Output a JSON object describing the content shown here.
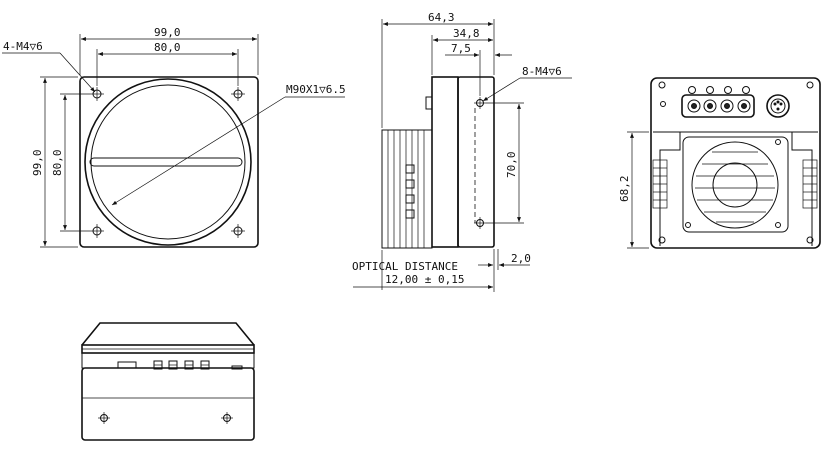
{
  "front_view": {
    "holes_note": "4-M4",
    "holes_depth": "6",
    "width_outer": "99,0",
    "width_holes": "80,0",
    "height_outer": "99,0",
    "height_holes": "80,0",
    "mount_thread": "M90X1",
    "mount_depth": "6.5"
  },
  "side_view": {
    "depth_total": "64,3",
    "depth_mid": "34,8",
    "depth_front": "7,5",
    "holes_note": "8-M4",
    "holes_depth": "6",
    "hole_spacing": "70,0",
    "flange_gap": "2,0",
    "optical_label": "OPTICAL DISTANCE",
    "optical_value": "12,00 ± 0,15"
  },
  "rear_view": {
    "height": "68,2"
  }
}
